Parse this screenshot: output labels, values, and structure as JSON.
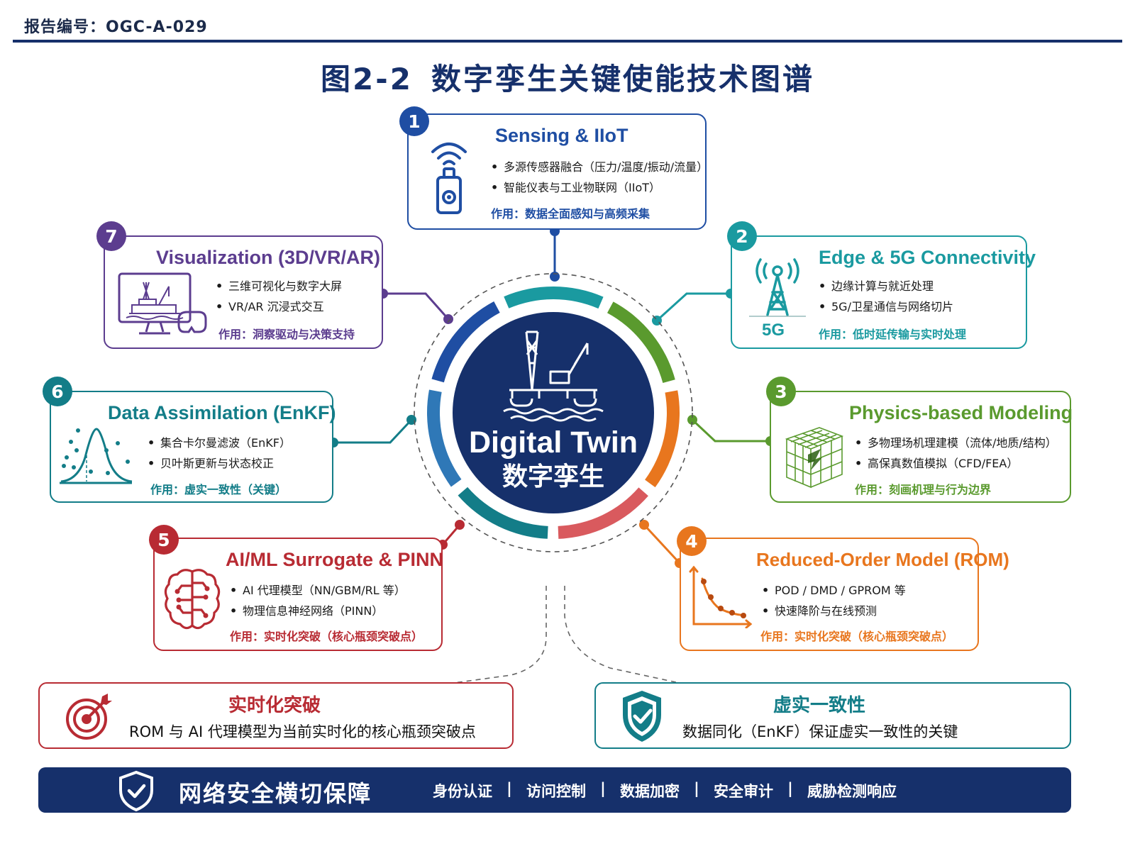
{
  "header": {
    "report_no": "报告编号：OGC-A-029",
    "figure_no": "图2-2",
    "figure_title": "数字孪生关键使能技术图谱"
  },
  "center": {
    "title_en": "Digital Twin",
    "title_cn": "数字孪生",
    "icon": "offshore-platform-icon"
  },
  "cards": [
    {
      "num": "1",
      "title": "Sensing & IIoT",
      "items": [
        "多源传感器融合（压力/温度/振动/流量）",
        "智能仪表与工业物联网（IIoT）"
      ],
      "role": "作用：数据全面感知与高频采集",
      "color": "#1f4ea3",
      "icon": "wireless-sensor-icon"
    },
    {
      "num": "2",
      "title": "Edge & 5G Connectivity",
      "items": [
        "边缘计算与就近处理",
        "5G/卫星通信与网络切片"
      ],
      "role": "作用：低时延传输与实时处理",
      "color": "#1a9aa0",
      "icon": "5g-tower-icon",
      "icon_label": "5G"
    },
    {
      "num": "3",
      "title": "Physics-based Modeling",
      "items": [
        "多物理场机理建模（流体/地质/结构）",
        "高保真数值模拟（CFD/FEA）"
      ],
      "role": "作用：刻画机理与行为边界",
      "color": "#5a9a2e",
      "icon": "mesh-model-icon"
    },
    {
      "num": "4",
      "title": "Reduced-Order Model (ROM)",
      "items": [
        "POD / DMD / GPROM 等",
        "快速降阶与在线预测"
      ],
      "role": "作用：实时化突破（核心瓶颈突破点）",
      "color": "#e8761e",
      "icon": "decay-curve-icon"
    },
    {
      "num": "5",
      "title": "AI/ML Surrogate & PINN",
      "items": [
        "AI 代理模型（NN/GBM/RL 等）",
        "物理信息神经网络（PINN）"
      ],
      "role": "作用：实时化突破（核心瓶颈突破点）",
      "color": "#b82b33",
      "icon": "brain-circuit-icon"
    },
    {
      "num": "6",
      "title": "Data Assimilation (EnKF)",
      "items": [
        "集合卡尔曼滤波（EnKF）",
        "贝叶斯更新与状态校正"
      ],
      "role": "作用：虚实一致性（关键）",
      "color": "#137d88",
      "icon": "gaussian-curve-icon"
    },
    {
      "num": "7",
      "title": "Visualization (3D/VR/AR)",
      "items": [
        "三维可视化与数字大屏",
        "VR/AR 沉浸式交互"
      ],
      "role": "作用：洞察驱动与决策支持",
      "color": "#5c3d8f",
      "icon": "monitor-vr-icon"
    }
  ],
  "ring_colors": [
    "#1f4ea3",
    "#1a9aa0",
    "#5a9a2e",
    "#e8761e",
    "#d95a5e",
    "#137d88",
    "#2f78b7"
  ],
  "summaries": [
    {
      "title": "实时化突破",
      "text": "ROM 与 AI 代理模型为当前实时化的核心瓶颈突破点",
      "color": "#b82b33",
      "icon": "target-icon"
    },
    {
      "title": "虚实一致性",
      "text": "数据同化（EnKF）保证虚实一致性的关键",
      "color": "#137d88",
      "icon": "shield-check-icon"
    }
  ],
  "security": {
    "title": "网络安全横切保障",
    "items": [
      "身份认证",
      "访问控制",
      "数据加密",
      "安全审计",
      "威胁检测响应"
    ],
    "separator": "|",
    "icon": "shield-check-icon",
    "color": "#16306b"
  }
}
